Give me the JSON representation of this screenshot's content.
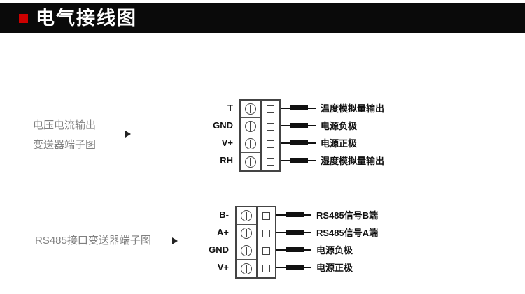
{
  "header": {
    "title": "电气接线图",
    "accent_color": "#cc0000",
    "bar_color": "#0a0a0a"
  },
  "diagrams": [
    {
      "caption_lines": [
        "电压电流输出",
        "变送器端子图"
      ],
      "rows": [
        {
          "pin": "T",
          "signal": "温度模拟量输出"
        },
        {
          "pin": "GND",
          "signal": "电源负极"
        },
        {
          "pin": "V+",
          "signal": "电源正极"
        },
        {
          "pin": "RH",
          "signal": "湿度模拟量输出"
        }
      ]
    },
    {
      "caption_lines": [
        "RS485接口变送器端子图"
      ],
      "rows": [
        {
          "pin": "B-",
          "signal": "RS485信号B端"
        },
        {
          "pin": "A+",
          "signal": "RS485信号A端"
        },
        {
          "pin": "GND",
          "signal": "电源负极"
        },
        {
          "pin": "V+",
          "signal": "电源正极"
        }
      ]
    }
  ]
}
